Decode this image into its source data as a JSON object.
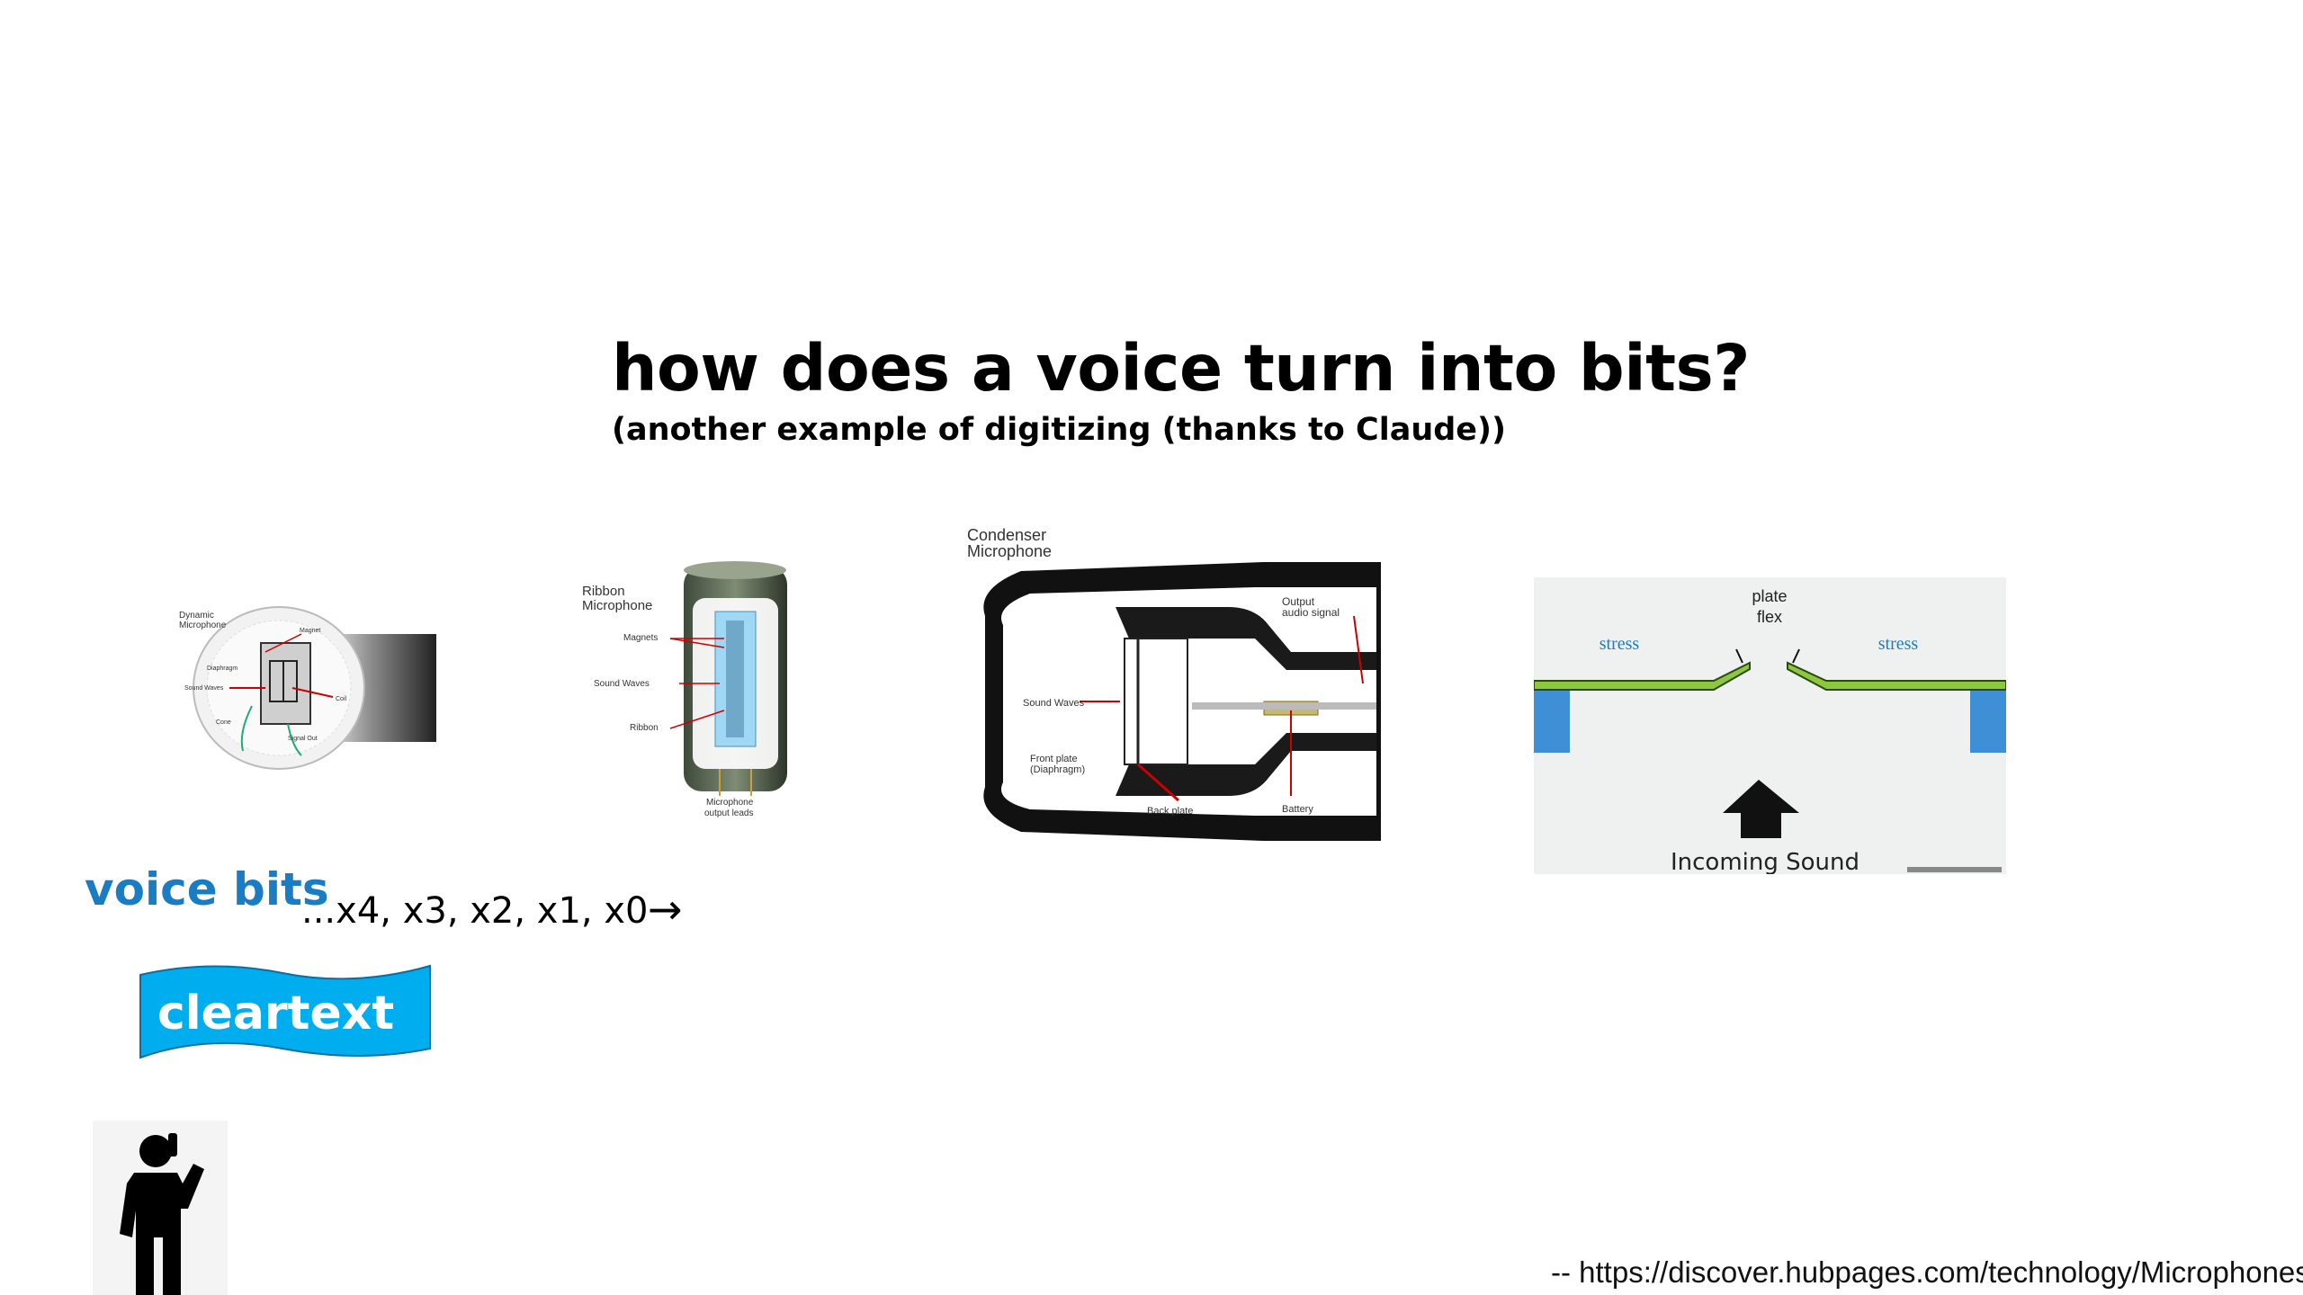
{
  "slide": {
    "title": "how does a voice turn into bits?",
    "subtitle": "(another example of digitizing (thanks to Claude))",
    "voice_bits_label": "voice bits",
    "bit_sequence": "...x4, x3, x2, x1, x0",
    "cleartext_label": "cleartext",
    "citation": "-- https://discover.hubpages.com/technology/Microphones"
  },
  "figures": {
    "dynamic": {
      "title_line1": "Dynamic",
      "title_line2": "Microphone",
      "labels": [
        "Magnet",
        "Diaphragm",
        "Sound Waves",
        "Coil",
        "Cone",
        "Signal Out"
      ]
    },
    "ribbon": {
      "title_line1": "Ribbon",
      "title_line2": "Microphone",
      "labels": [
        "Magnets",
        "Sound Waves",
        "Ribbon",
        "Microphone",
        "output leads"
      ]
    },
    "condenser": {
      "title_line1": "Condenser",
      "title_line2": "Microphone",
      "labels": [
        "Output",
        "audio signal",
        "Sound Waves",
        "Front plate",
        "(Diaphragm)",
        "Back plate",
        "Battery"
      ]
    },
    "plate": {
      "labels": [
        "plate",
        "flex",
        "stress",
        "stress",
        "Incoming Sound"
      ]
    }
  },
  "colors": {
    "accent_blue": "#1a7dc4",
    "cleartext_banner": "#00aef0",
    "plate_green": "#8dc63f",
    "support_blue": "#3e8fd6"
  },
  "icons": [
    "person-on-phone-icon",
    "right-arrow-icon"
  ]
}
